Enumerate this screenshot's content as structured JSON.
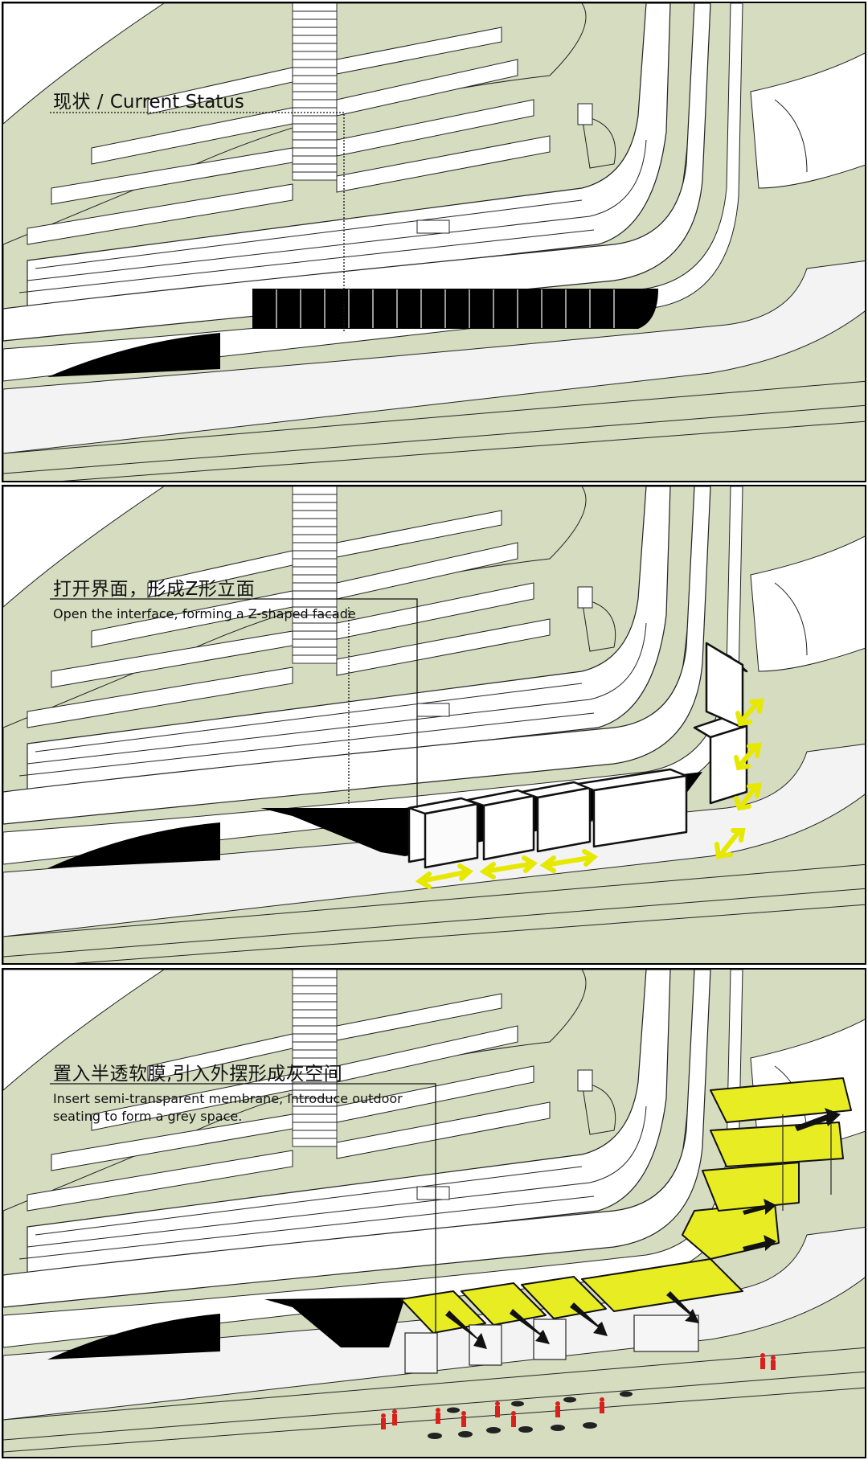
{
  "panels": [
    {
      "caption_cn": "现状",
      "caption_en": "Current Status"
    },
    {
      "caption_cn": "打开界面，形成Z形立面",
      "caption_en": "Open the interface, forming a Z-shaped facade"
    },
    {
      "caption_cn": "置入半透软膜,引入外摆形成灰空间",
      "caption_en_line1": "Insert semi-transparent membrane, introduce outdoor",
      "caption_en_line2": "seating to form a grey space."
    }
  ],
  "colors": {
    "lawn": "#d6dcc0",
    "paving": "#f4f4f4",
    "outline": "#222222",
    "glazing": "#000000",
    "canopy": "#e8ec22",
    "arrow_yellow": "#e6e800",
    "people": "#d9201c"
  }
}
